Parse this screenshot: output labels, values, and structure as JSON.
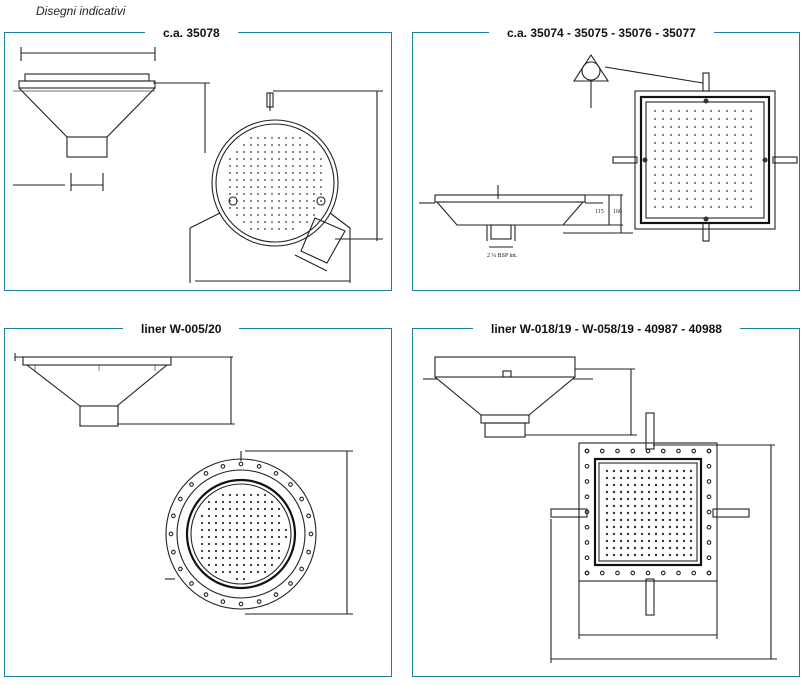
{
  "header": {
    "title": "Disegni indicativi"
  },
  "panels": [
    {
      "title": "c.a. 35078"
    },
    {
      "title": "c.a. 35074 - 35075 - 35076 - 35077",
      "labels": {
        "dim1": "115",
        "dim2": "160",
        "thread": "2 ¼ BSP int."
      }
    },
    {
      "title": "liner W-005/20"
    },
    {
      "title": "liner W-018/19 - W-058/19 - 40987 - 40988"
    }
  ],
  "colors": {
    "frame": "#1a7fa0",
    "line": "#222222"
  }
}
